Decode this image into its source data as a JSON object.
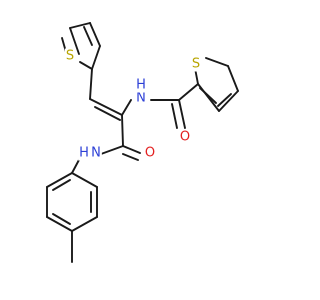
{
  "molecule": {
    "atoms": {
      "s1": "S",
      "s2": "S",
      "nh_amide_top": "N",
      "h_amide_top": "H",
      "o_top": "O",
      "nh_bottom": "N",
      "h_bottom": "H",
      "o_bottom": "O"
    },
    "colors": {
      "bond": "#1a1a1a",
      "sulfur": "#b8a500",
      "nitrogen": "#2c3fd6",
      "oxygen": "#e32020"
    }
  }
}
